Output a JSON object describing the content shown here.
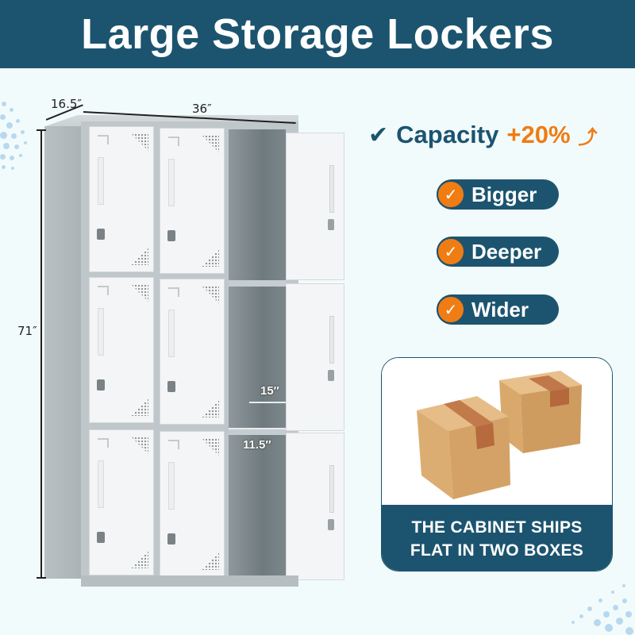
{
  "header": {
    "title": "Large Storage Lockers"
  },
  "dimensions": {
    "depth": "16.5″",
    "width": "36″",
    "height": "71″",
    "compartment_height": "15″",
    "compartment_width": "11.5″"
  },
  "locker": {
    "columns": 3,
    "rows": 3,
    "open_column": 3
  },
  "features": {
    "capacity": {
      "check_icon": "✔",
      "label": "Capacity",
      "value": "+20%",
      "arrow_icon": "⤴"
    },
    "badges": [
      {
        "icon": "✓",
        "label": "Bigger"
      },
      {
        "icon": "✓",
        "label": "Deeper"
      },
      {
        "icon": "✓",
        "label": "Wider"
      }
    ]
  },
  "shipping": {
    "line1": "THE CABINET SHIPS",
    "line2": "FLAT IN TWO BOXES"
  },
  "colors": {
    "brand_navy": "#1c546f",
    "accent_orange": "#f07c14",
    "background": "#f2fbfc",
    "cardboard": "#d8a86c",
    "tape": "#b8703e"
  }
}
